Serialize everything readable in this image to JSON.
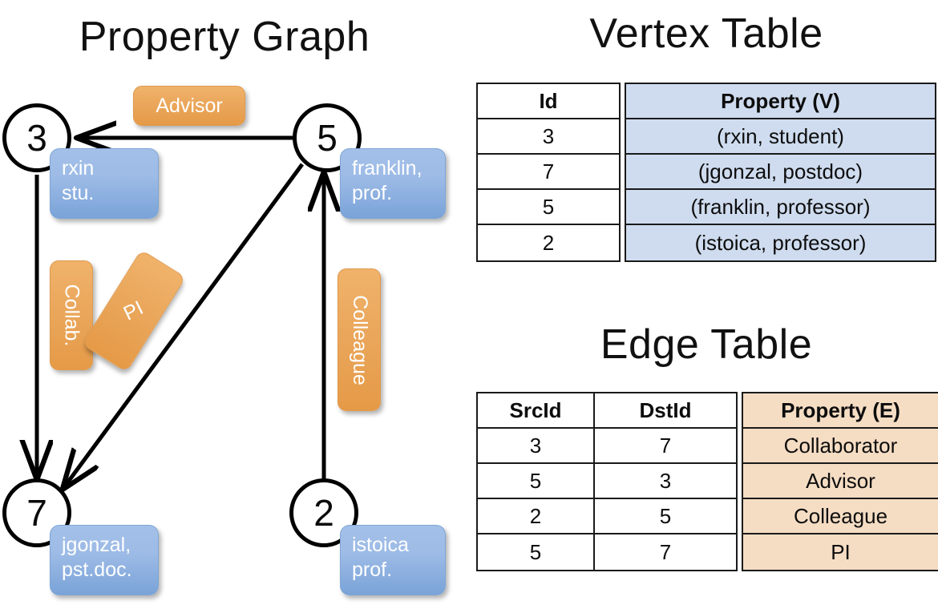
{
  "titles": {
    "property_graph": "Property Graph",
    "vertex_table": "Vertex Table",
    "edge_table": "Edge Table"
  },
  "graph": {
    "vertices": [
      {
        "id": "3",
        "prop": "rxin\nstu."
      },
      {
        "id": "5",
        "prop": "franklin,\nprof."
      },
      {
        "id": "7",
        "prop": "jgonzal,\npst.doc."
      },
      {
        "id": "2",
        "prop": "istoica\nprof."
      }
    ],
    "edge_labels": [
      {
        "name": "advisor",
        "text": "Advisor"
      },
      {
        "name": "collab",
        "text": "Collab."
      },
      {
        "name": "pi",
        "text": "PI"
      },
      {
        "name": "colleague",
        "text": "Colleague"
      }
    ]
  },
  "vertex_table": {
    "headers": [
      "Id",
      "Property (V)"
    ],
    "rows": [
      {
        "id": "3",
        "property": "(rxin, student)"
      },
      {
        "id": "7",
        "property": "(jgonzal, postdoc)"
      },
      {
        "id": "5",
        "property": "(franklin, professor)"
      },
      {
        "id": "2",
        "property": "(istoica, professor)"
      }
    ]
  },
  "edge_table": {
    "headers": [
      "SrcId",
      "DstId",
      "Property (E)"
    ],
    "rows": [
      {
        "src": "3",
        "dst": "7",
        "property": "Collaborator"
      },
      {
        "src": "5",
        "dst": "3",
        "property": "Advisor"
      },
      {
        "src": "2",
        "dst": "5",
        "property": "Colleague"
      },
      {
        "src": "5",
        "dst": "7",
        "property": "PI"
      }
    ]
  },
  "colors": {
    "vertex_property_blue": "#9dbbe6",
    "edge_label_orange": "#eaa75c",
    "table_blue": "#cfdcef",
    "table_peach": "#f5ddc4",
    "stroke": "#000000"
  }
}
